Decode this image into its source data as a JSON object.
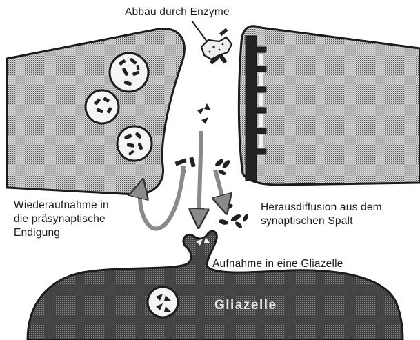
{
  "labels": {
    "enzyme": "Abbau durch Enzyme",
    "reuptake_line1": "Wiederaufnahme in",
    "reuptake_line2": "die präsynaptische",
    "reuptake_line3": "Endigung",
    "diffusion_line1": "Herausdiffusion aus dem",
    "diffusion_line2": "synaptischen Spalt",
    "glia_uptake": "Aufnahme in eine Gliazelle",
    "glia_cell": "Gliazelle"
  },
  "colors": {
    "ink": "#1b1b1b",
    "presynaptic_fill": "#c9c9c9",
    "postsynaptic_fill": "#cfcfcf",
    "glia_fill": "#4a4a4a",
    "arrow_gray": "#8a8a8a",
    "glia_text": "#e6e6e6"
  }
}
